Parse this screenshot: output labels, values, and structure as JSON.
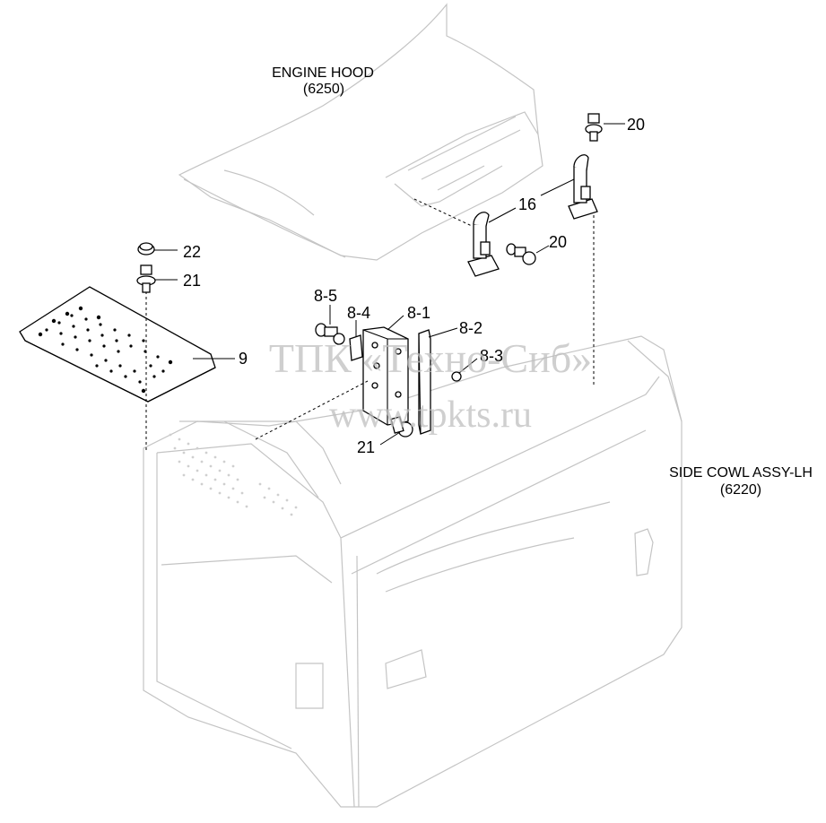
{
  "labels": {
    "engine_hood_name": "ENGINE HOOD",
    "engine_hood_code": "(6250)",
    "side_cowl_name": "SIDE COWL ASSY-LH",
    "side_cowl_code": "(6220)"
  },
  "callouts": {
    "c20a": "20",
    "c16": "16",
    "c20b": "20",
    "c22": "22",
    "c21a": "21",
    "c85": "8-5",
    "c84": "8-4",
    "c81": "8-1",
    "c82": "8-2",
    "c83": "8-3",
    "c9": "9",
    "c21b": "21"
  },
  "watermark": {
    "line1": "ТПК «Техно-Сиб»",
    "line2": "www.tpkts.ru"
  }
}
